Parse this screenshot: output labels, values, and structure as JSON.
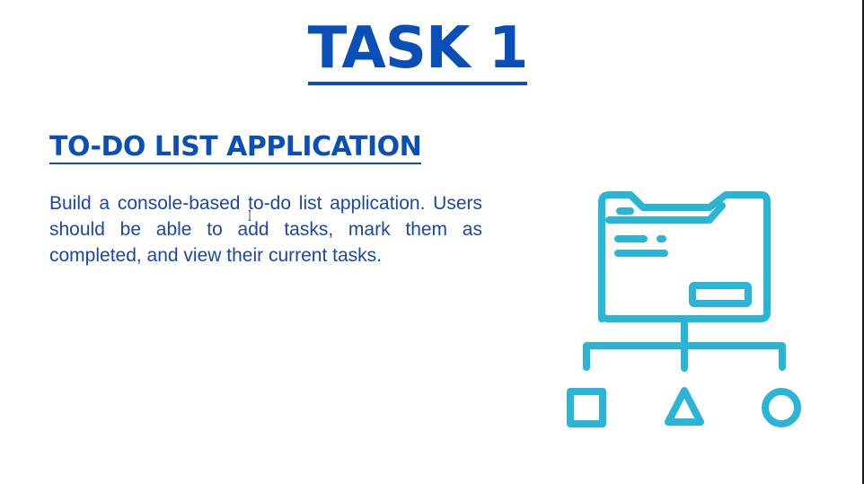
{
  "slide": {
    "title": "TASK 1",
    "heading": "TO-DO LIST APPLICATION",
    "description": "Build a console-based to-do list application. Users should be able to add tasks, mark them as completed, and view their current tasks."
  },
  "colors": {
    "title_blue": "#0a4fb8",
    "icon_cyan": "#2ab5d6"
  },
  "icon": "folder-hierarchy-icon"
}
